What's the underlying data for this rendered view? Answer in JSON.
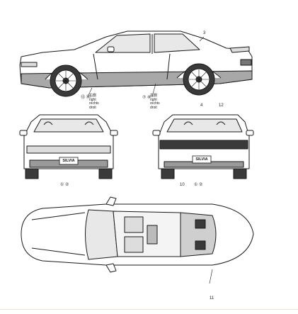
{
  "callouts": {
    "n3": "3",
    "n13_14": "⑬ ⑭",
    "n7_8": "⑦ ⑧",
    "n4": "4",
    "n12": "12",
    "n1_2_front": "① ②",
    "n10": "10",
    "n1_2_rear": "① ②",
    "n11": "11"
  },
  "notes": {
    "right_a": [
      "右側",
      "right",
      "rechts",
      "droit"
    ],
    "right_b": [
      "右側",
      "right",
      "rechts",
      "droit"
    ]
  },
  "plates": {
    "front": "SILVIA",
    "rear": "SILVIA"
  },
  "colors": {
    "line": "#1a1a1a",
    "body_fill": "#ffffff",
    "shade": "#9a9a9a",
    "dark": "#3a3a3a",
    "glass": "#e8e8e8",
    "accent_rule": "#e9e2cf"
  }
}
